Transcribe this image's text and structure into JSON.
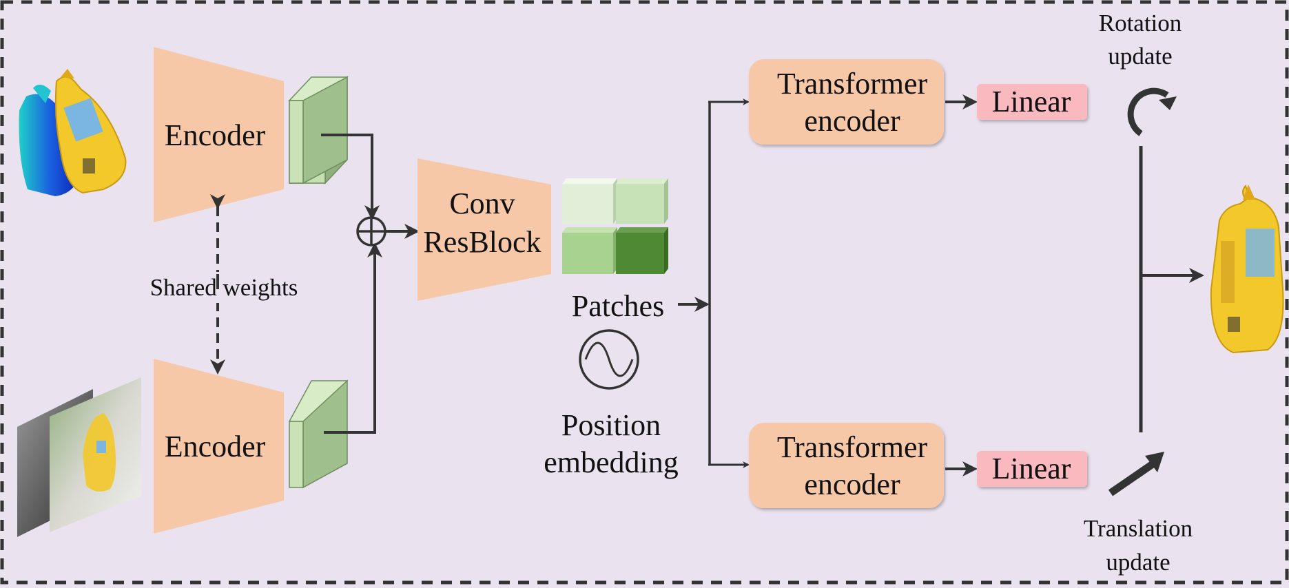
{
  "diagram": {
    "encoder_top_label": "Encoder",
    "encoder_bottom_label": "Encoder",
    "shared_weights_label": "Shared weights",
    "conv_line1": "Conv",
    "conv_line2": "ResBlock",
    "patches_label": "Patches",
    "position_line1": "Position",
    "position_line2": "embedding",
    "transformer_top_line1": "Transformer",
    "transformer_top_line2": "encoder",
    "transformer_bottom_line1": "Transformer",
    "transformer_bottom_line2": "encoder",
    "linear_top_label": "Linear",
    "linear_bottom_label": "Linear",
    "rotation_line1": "Rotation",
    "rotation_line2": "update",
    "translation_line1": "Translation",
    "translation_line2": "update"
  },
  "colors": {
    "background": "#ebe2ef",
    "encoder_fill": "#f7c8a8",
    "feature_map_front": "#9fbf8c",
    "feature_map_top": "#d8ecc8",
    "linear_fill": "#f9b9bf",
    "arrow": "#333333",
    "patch_colors": [
      "#e2efd8",
      "#c8e2b8",
      "#a8d290",
      "#4e8a34"
    ],
    "object_yellow": "#f2c82a",
    "object_blue": "#2a6fd6"
  }
}
